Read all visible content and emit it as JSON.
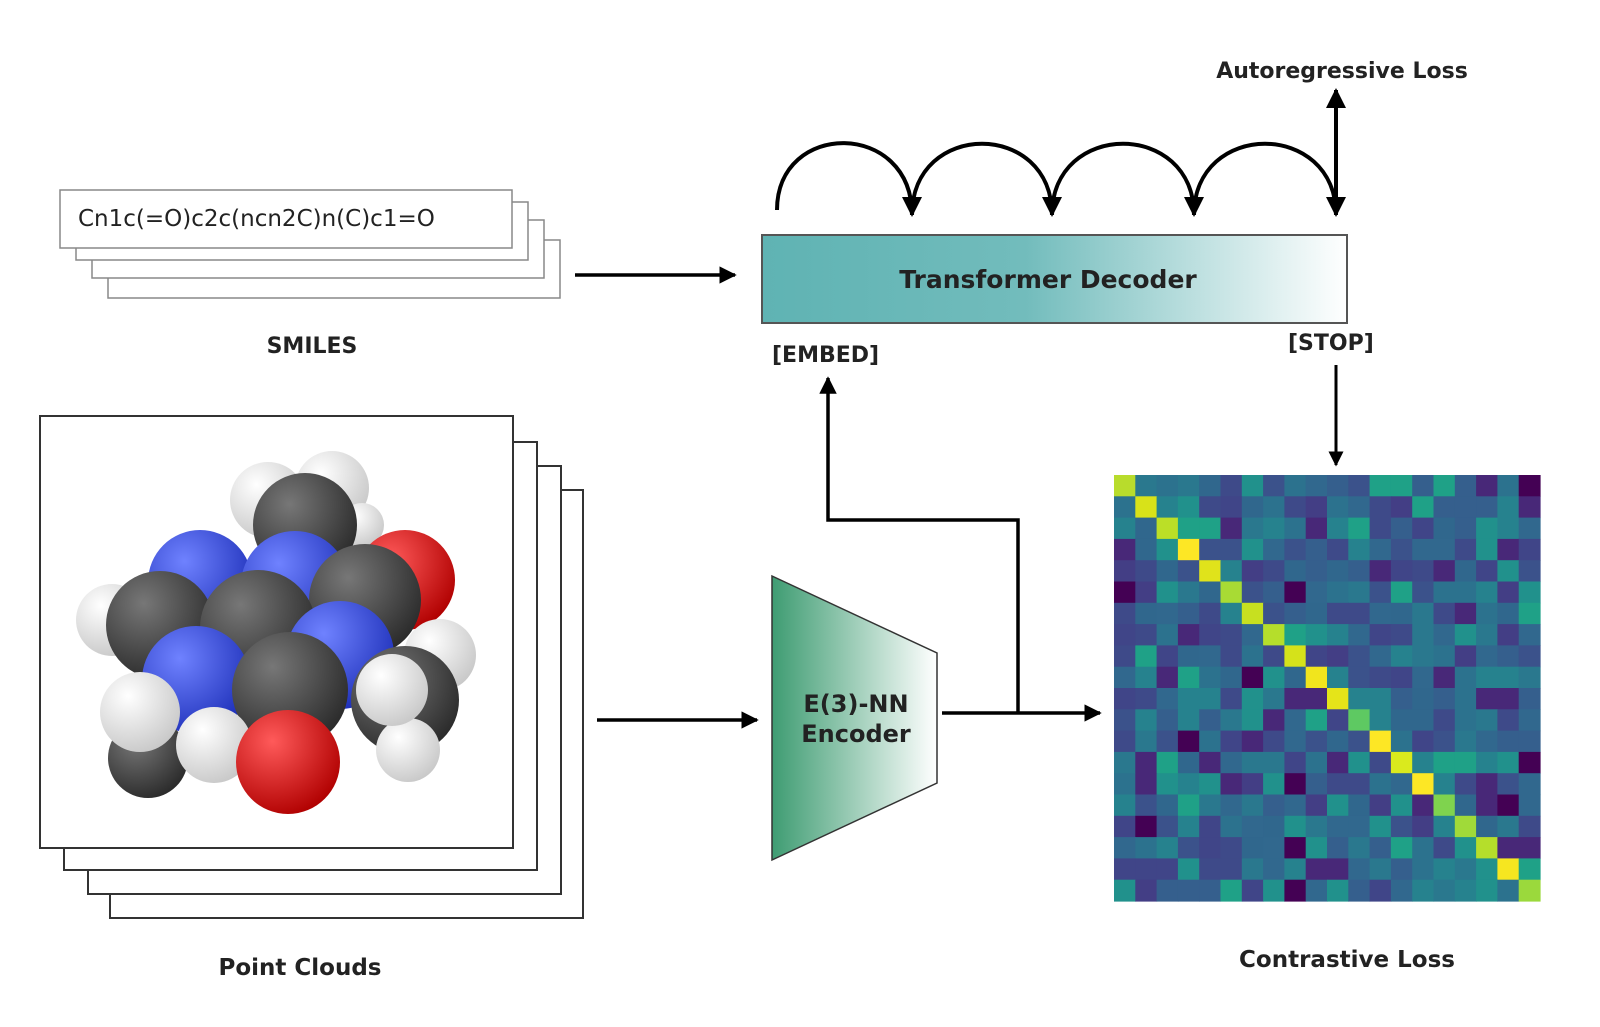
{
  "smiles_string": "Cn1c(=O)c2c(ncn2C)n(C)c1=O",
  "labels": {
    "smiles": "SMILES",
    "point_clouds": "Point Clouds",
    "transformer": "Transformer Decoder",
    "embed": "[EMBED]",
    "stop": "[STOP]",
    "autoregressive_loss": "Autoregressive Loss",
    "encoder_line1": "E(3)-NN",
    "encoder_line2": "Encoder",
    "contrastive_loss": "Contrastive Loss"
  },
  "colors": {
    "teal": "#5fb3b3",
    "green": "#3e9c72",
    "carbon": "#3a3a3a",
    "nitrogen": "#2a3fd6",
    "oxygen": "#e01010",
    "hydrogen": "#e8e8e8"
  },
  "heatmap": {
    "size": 20,
    "diagonal_colors": [
      "#b8dc2c",
      "#d8e219",
      "#bbdf27",
      "#fde725",
      "#e0e31b",
      "#a8db34",
      "#c7e020",
      "#b5de2b",
      "#d5e21a",
      "#f1e51d",
      "#e5e419",
      "#5ec962",
      "#fde725",
      "#daea1d",
      "#fde725",
      "#7fd34e",
      "#a0da39",
      "#b5de2b",
      "#f6e620",
      "#9bd93c"
    ]
  }
}
